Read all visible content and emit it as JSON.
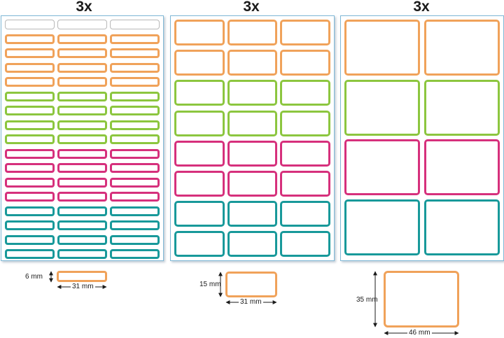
{
  "sheets": [
    {
      "count_label": "3x",
      "rows": [
        "white",
        "orange",
        "orange",
        "orange",
        "orange",
        "green",
        "green",
        "green",
        "green",
        "pink",
        "pink",
        "pink",
        "pink",
        "teal",
        "teal",
        "teal",
        "teal"
      ],
      "dimension": {
        "height_label": "6 mm",
        "width_label": "31 mm"
      }
    },
    {
      "count_label": "3x",
      "rows": [
        "orange",
        "orange",
        "green",
        "green",
        "pink",
        "pink",
        "teal",
        "teal"
      ],
      "dimension": {
        "height_label": "15 mm",
        "width_label": "31 mm"
      }
    },
    {
      "count_label": "3x",
      "rows": [
        "orange",
        "green",
        "pink",
        "teal"
      ],
      "dimension": {
        "height_label": "35 mm",
        "width_label": "46 mm"
      }
    }
  ],
  "colors": {
    "orange": "#f0a25a",
    "green": "#8cc63f",
    "pink": "#d6307c",
    "teal": "#18999a",
    "white": "#b8b8b8"
  }
}
